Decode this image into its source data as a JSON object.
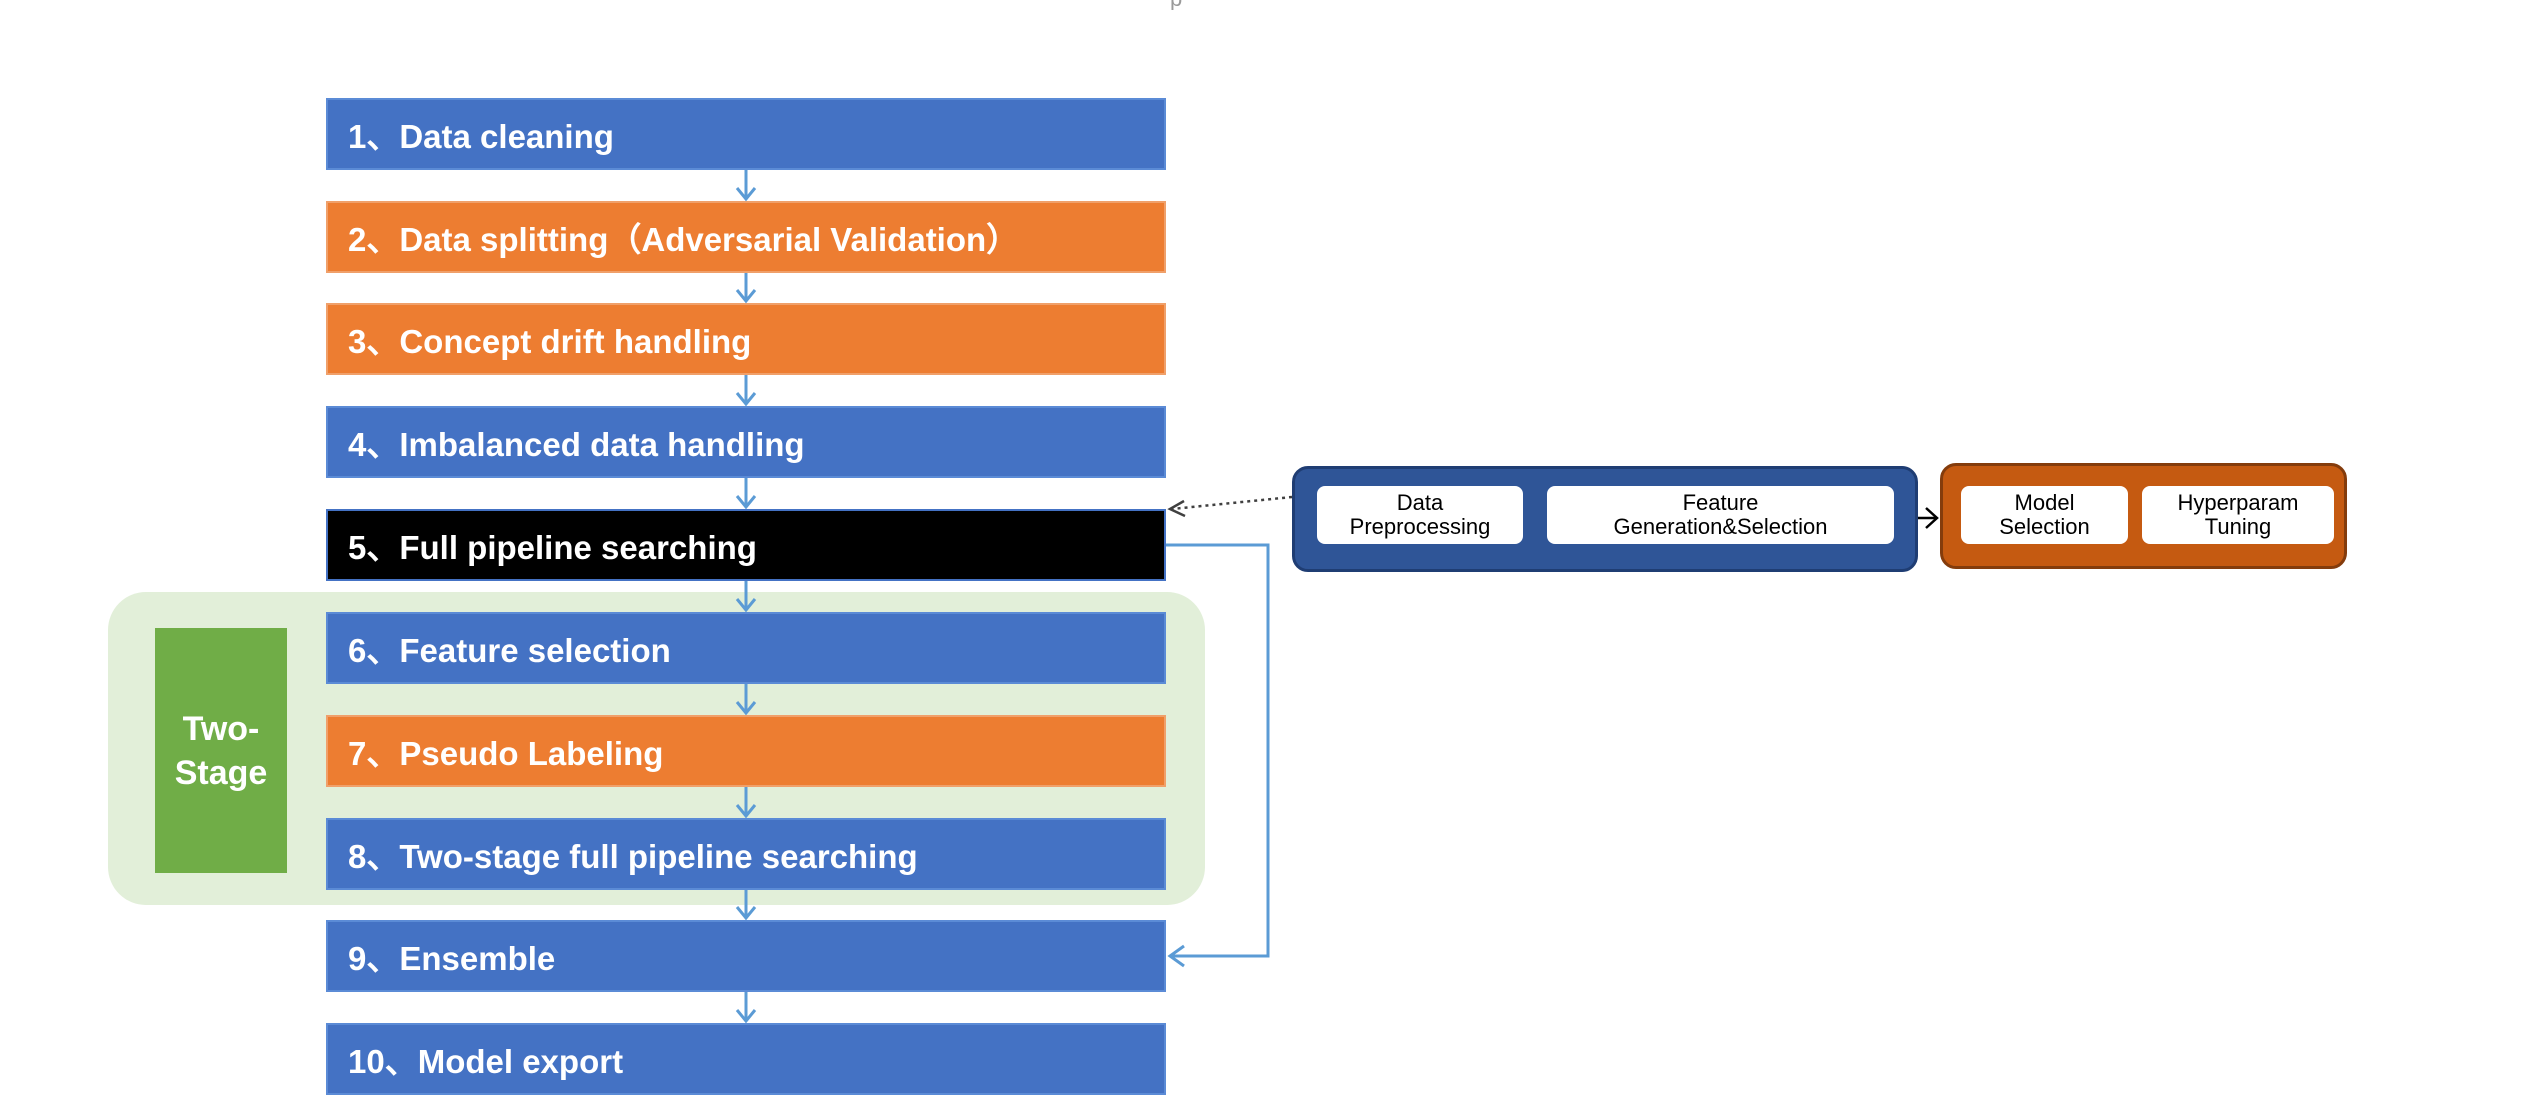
{
  "top_fragment": "p p",
  "steps": [
    {
      "label": "1、Data cleaning",
      "color": "blue"
    },
    {
      "label": "2、Data splitting（Adversarial Validation）",
      "color": "orange"
    },
    {
      "label": "3、Concept drift handling",
      "color": "orange"
    },
    {
      "label": "4、Imbalanced data handling",
      "color": "blue"
    },
    {
      "label": "5、Full pipeline searching",
      "color": "black"
    },
    {
      "label": "6、Feature selection",
      "color": "blue"
    },
    {
      "label": "7、Pseudo Labeling",
      "color": "orange"
    },
    {
      "label": "8、Two-stage full pipeline searching",
      "color": "blue"
    },
    {
      "label": "9、Ensemble",
      "color": "blue"
    },
    {
      "label": "10、Model export",
      "color": "blue"
    }
  ],
  "two_stage": {
    "label": "Two-\nStage"
  },
  "pipeline_detail": {
    "preprocessing_group": [
      "Data\nPreprocessing",
      "Feature\nGeneration&Selection"
    ],
    "modeling_group": [
      "Model\nSelection",
      "Hyperparam\nTuning"
    ]
  },
  "colors": {
    "blue": "#4472c4",
    "orange": "#ed7d31",
    "black": "#000000",
    "green": "#70ad47",
    "green_region": "#e2efd9",
    "dark_blue": "#2f5597",
    "dark_orange": "#c55a11",
    "arrow": "#5b9bd5"
  }
}
